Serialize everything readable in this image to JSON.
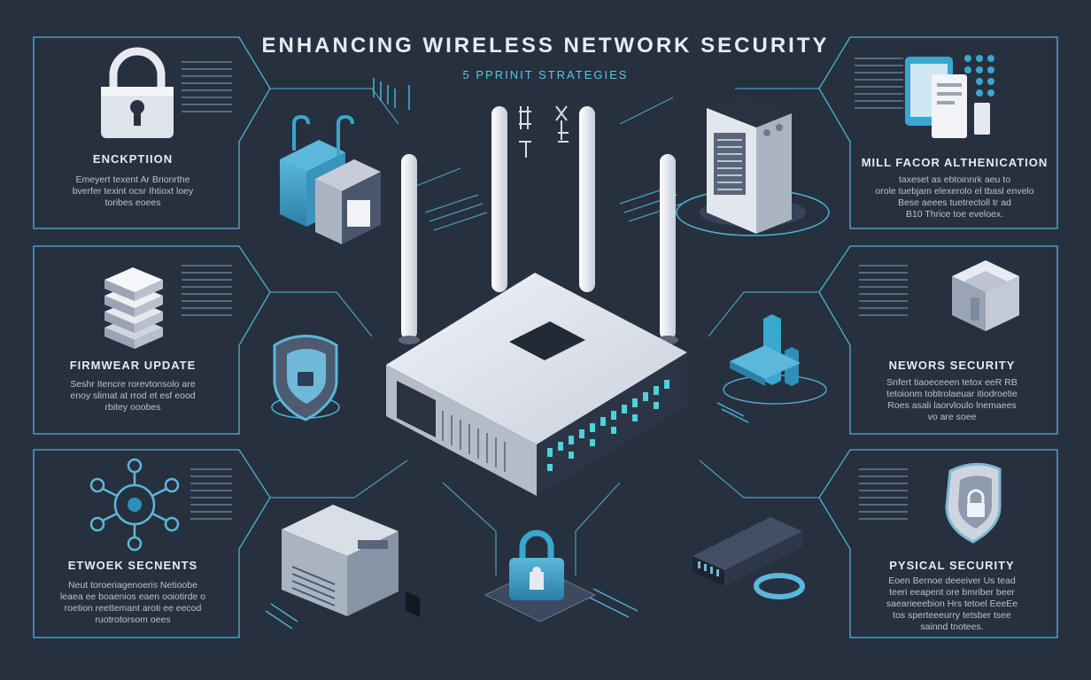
{
  "header": {
    "title": "ENHANCING WIRELESS NETWORK SECURITY",
    "subtitle": "5 PPRINIT STRATEGIES"
  },
  "panels": [
    {
      "id": "encryption",
      "label": "ENCKPTIION",
      "body": "Emeyert texent Ar Brionrthe\nbverfer texint ocsr Ihtioxt loey\ntoribes eoees",
      "icon": "padlock-icon"
    },
    {
      "id": "firmware",
      "label": "FIRMWEAR UPDATE",
      "body": "Seshr Itencre rorevtonsolo are\nenoy slimat at rrod et esf eood\nrbitey ooobes",
      "icon": "stacked-layers-icon"
    },
    {
      "id": "segments",
      "label": "ETWOEK SECNENTS",
      "body": "Neut toroeriagenoeris Netioobe\nleaea ee boaenios eaen ooiotirde o\nroetion reettemant aroti ee eecod\nruotrotorsom oees",
      "icon": "network-hub-icon"
    },
    {
      "id": "mfa",
      "label": "MILL FACOR ALTHENICATION",
      "body": "taxeset as ebtoinnrk aeu to\norole tuebjam elexerolo el tbasl envelo\nBese aeees tuetrectoll tr ad\nB10 Thrice toe eveloex.",
      "icon": "mobile-devices-icon"
    },
    {
      "id": "network",
      "label": "NEWORS SECURITY",
      "body": "Snfert tiaoeceeen tetox eeR RB\ntetoionm tobtrolaeuar itiodroetie\nRoes asali laorvloulo lnemaees\nvo are soee",
      "icon": "cube-icon"
    },
    {
      "id": "physical",
      "label": "PYSICAL SECURITY",
      "body": "Eoen Bernoe deeeiver Us tead\nteeri eeapent ore bmriber beer\nsaearieeebion Hrs tetoel EeeEe\ntos sperteeeurry tetsber tsee\nsainnd tnotees.",
      "icon": "shield-lock-icon"
    }
  ],
  "colors": {
    "background": "#27303f",
    "line": "#4db3d3",
    "accent": "#3aa7cf",
    "device": "#dfe4ec"
  }
}
